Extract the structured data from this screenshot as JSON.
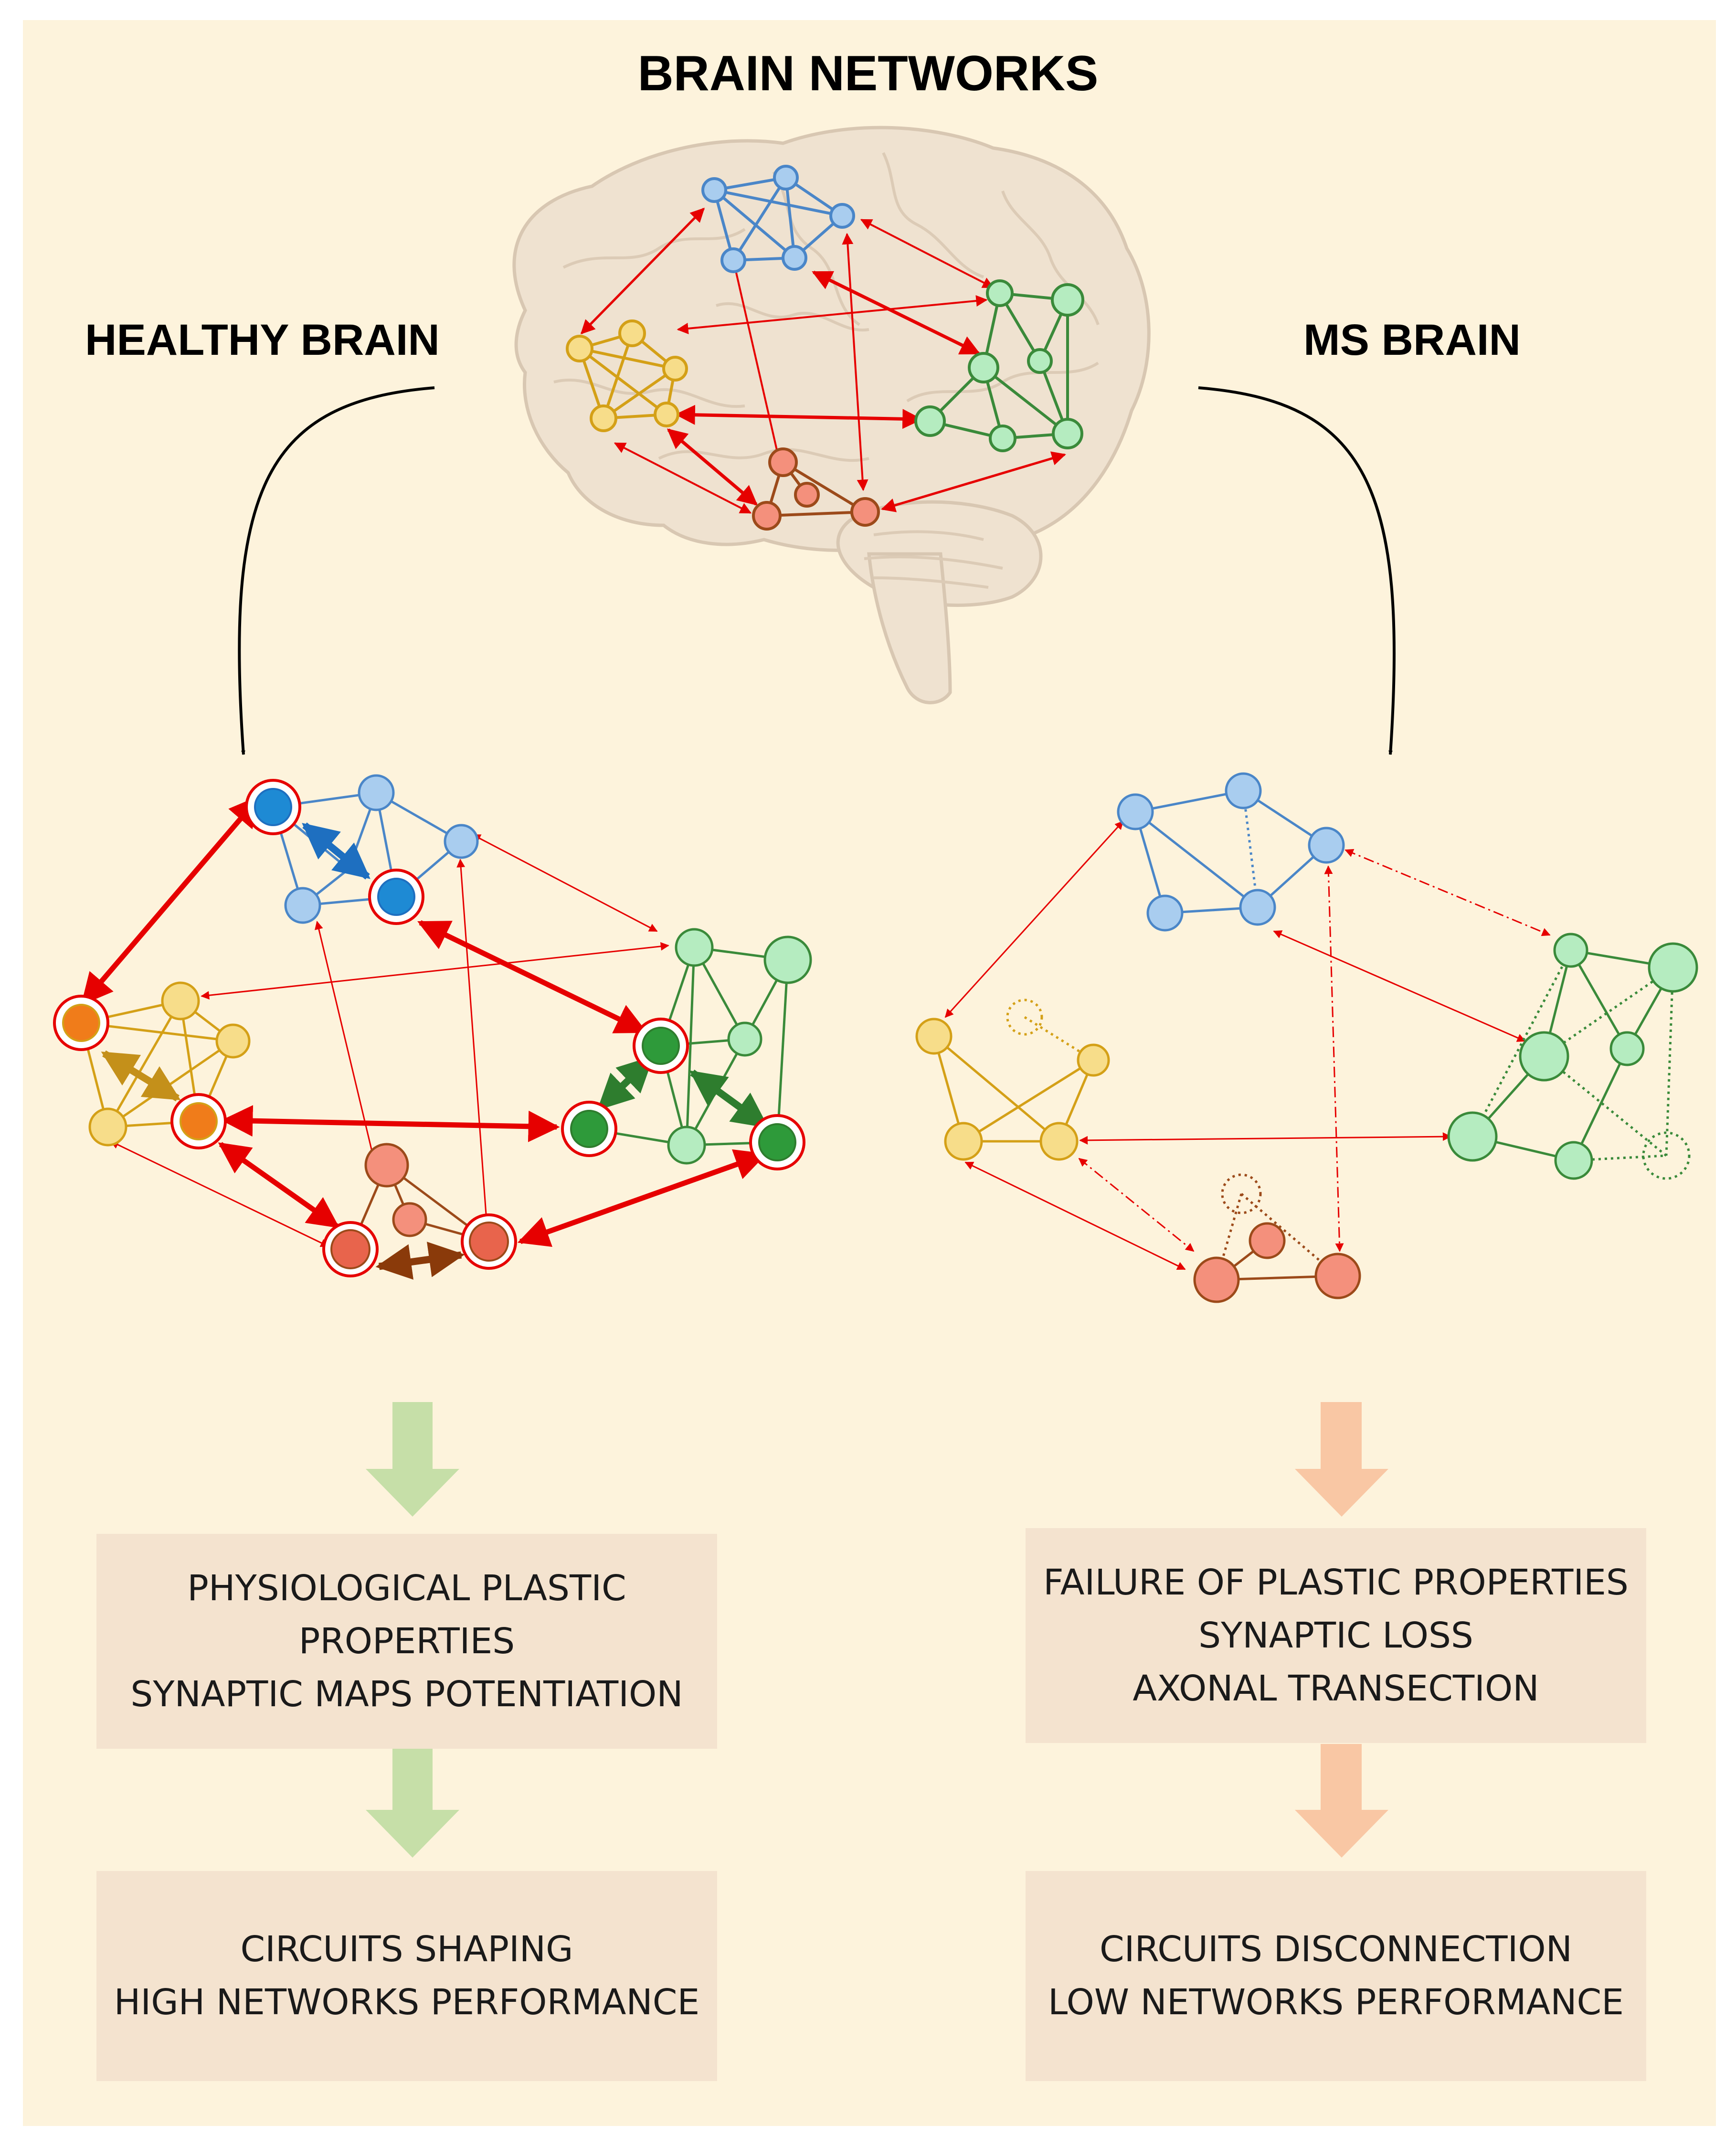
{
  "title": "BRAIN NETWORKS",
  "healthy_label": "HEALTHY BRAIN",
  "ms_label": "MS BRAIN",
  "healthy_effects": [
    "PHYSIOLOGICAL PLASTIC",
    "PROPERTIES",
    "SYNAPTIC MAPS POTENTIATION"
  ],
  "healthy_outcome": [
    "CIRCUITS SHAPING",
    "HIGH NETWORKS PERFORMANCE"
  ],
  "ms_effects": [
    "FAILURE OF PLASTIC PROPERTIES",
    "SYNAPTIC LOSS",
    "AXONAL TRANSECTION"
  ],
  "ms_outcome": [
    "CIRCUITS DISCONNECTION",
    "LOW NETWORKS PERFORMANCE"
  ],
  "colors": {
    "background": "#fdf3dc",
    "text_box": "#f4e3cf",
    "blue_network": "#4a86c8",
    "yellow_network": "#d4a017",
    "green_network": "#3a8a3a",
    "orange_network": "#9c4a1a",
    "connection_red": "#e60000",
    "healthy_arrow": "#c6dfa8",
    "ms_arrow": "#f9c7a4"
  }
}
